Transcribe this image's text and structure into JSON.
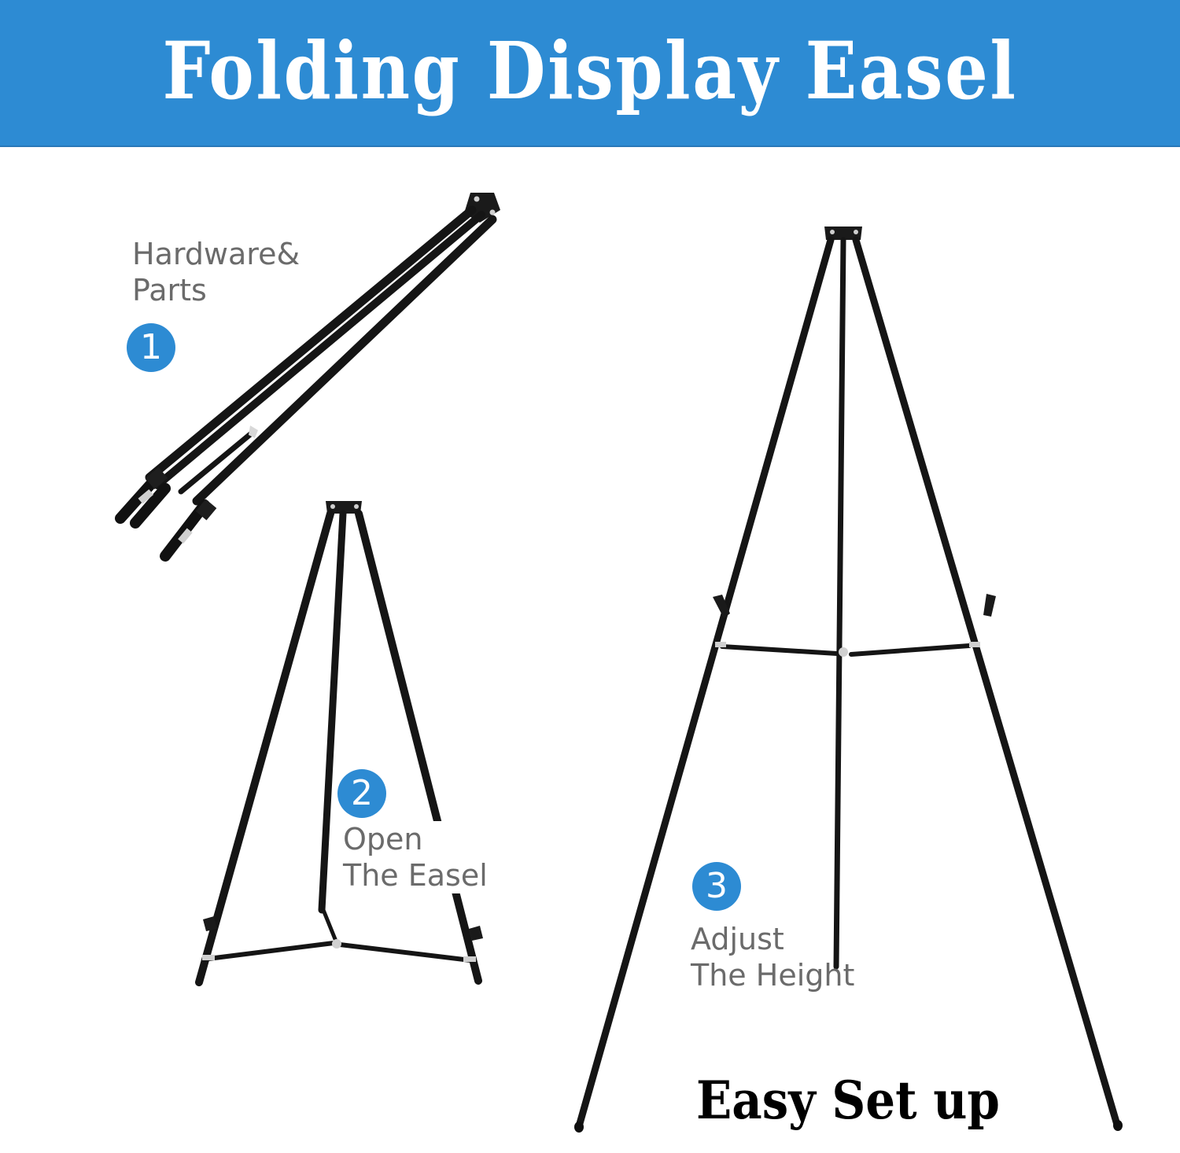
{
  "banner": {
    "title": "Folding Display Easel",
    "background_color": "#2d8bd3",
    "text_color": "#ffffff"
  },
  "steps": [
    {
      "number": "1",
      "line1": "Hardware&",
      "line2": "Parts",
      "state": "folded"
    },
    {
      "number": "2",
      "line1": "Open",
      "line2": "The Easel",
      "state": "opened-short"
    },
    {
      "number": "3",
      "line1": "Adjust",
      "line2": "The Height",
      "state": "fully-extended"
    }
  ],
  "tagline": "Easy Set up",
  "colors": {
    "badge": "#2d8bd3",
    "step_text": "#6b6b6b",
    "easel": "#141414",
    "hardware": "#c8c8c8"
  }
}
